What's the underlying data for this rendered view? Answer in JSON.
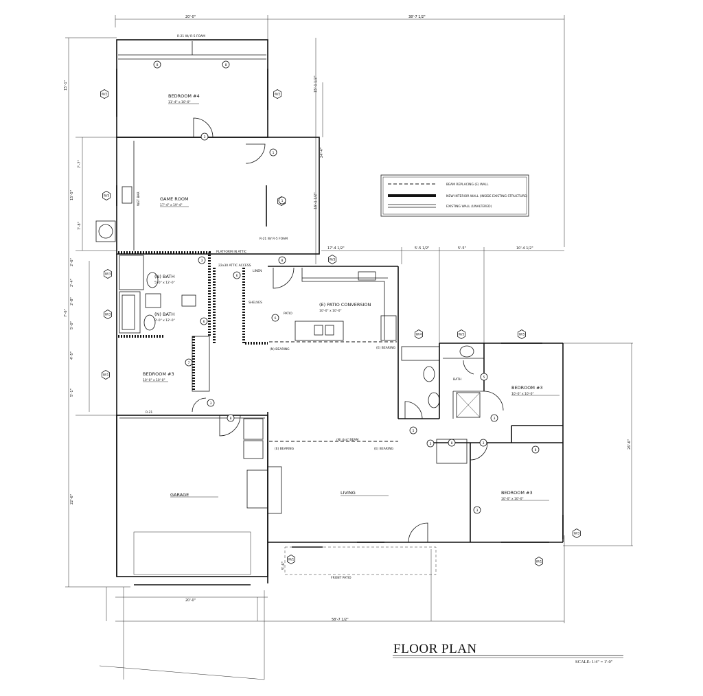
{
  "title": "FLOOR PLAN",
  "scale": "SCALE: 1/4\" = 1'-0\"",
  "legend": {
    "beam": "BEAM REPLACING (E) WALL",
    "new_wall": "NEW INTERIOR WALL (INSIDE EXISTING STRUCTURE)",
    "existing": "EXISTING WALL (UNALTERED)"
  },
  "rooms": {
    "bedroom4": {
      "name": "BEDROOM #4",
      "size": "11'-4\" x 10'-0\""
    },
    "game_room": {
      "name": "GAME ROOM",
      "size": "17'-4\" x 19'-4\""
    },
    "wet_bar": "WET BAR",
    "bath1": {
      "name": "(N) BATH",
      "size": "5'-0\" x 12'-0\""
    },
    "bath2": {
      "name": "(N) BATH",
      "size": "8'-0\" x 12'-0\""
    },
    "bedroom3_left": {
      "name": "BEDROOM #3",
      "size": "10'-0\" x 10'-0\""
    },
    "platform": "PLATFORM IN ATTIC",
    "attic": "22x30 ATTIC ACCESS",
    "linen": "LINEN",
    "shelves": "SHELVES",
    "patio_conv": {
      "name": "(E) PATIO CONVERSION",
      "size": "10'-0\" x 10'-0\""
    },
    "patio": "PATIO",
    "bath_right": "BATH",
    "bedroom3_right": {
      "name": "BEDROOM #3",
      "size": "10'-0\" x 10'-0\""
    },
    "bedroom3_lower": {
      "name": "BEDROOM #3",
      "size": "10'-0\" x 10'-0\""
    },
    "garage": "GARAGE",
    "living": "LIVING",
    "front_patio": "FRONT PATIO"
  },
  "notes": {
    "foam_top": "R-21 W/ R-5 FOAM",
    "foam_mid": "R-21 W/ R-5 FOAM",
    "r21": "R-21",
    "bearing_n": "(N) BEARING",
    "bearing_e1": "(E) BEARING",
    "bearing_e2": "(E) BEARING",
    "bearing_e3": "(E) BEARING",
    "beam_4x4": "(N) 4x4' BEAM"
  },
  "dims": {
    "top_left": "20'-0\"",
    "top_right": "38'-7 1/2\"",
    "bottom_left": "20'-0\"",
    "bottom_total": "58'-7 1/2\"",
    "d1741": "17'-4 1/2\"",
    "d551": "5'-5 1/2\"",
    "d55": "5'-5\"",
    "d1041": "10'-4 1/2\"",
    "v151": "15'-1\"",
    "v1512": "15'-1 1/2\"",
    "v244": "24'-4\"",
    "v1612": "16'-1 1/2\"",
    "v77": "7'-7\"",
    "v155": "15'-5\"",
    "v78": "7'-8\"",
    "v26": "2'-6\"",
    "v24": "2'-4\"",
    "v28": "2'-8\"",
    "v76": "7'-6\"",
    "v50": "5'-0\"",
    "v45": "4'-5\"",
    "v51": "5'-1\"",
    "v226": "22'-6\"",
    "v266": "26'-6\"",
    "v56": "5'-6\""
  },
  "window_tags": [
    "W/2",
    "W/2",
    "W/5",
    "W/3",
    "W/3",
    "W/1",
    "W/2",
    "W/3",
    "W/4",
    "W/5",
    "W/5",
    "W/1",
    "W/3",
    "W/1"
  ],
  "door_tags": [
    "8",
    "8",
    "3",
    "1",
    "1",
    "3",
    "6",
    "6",
    "8",
    "6",
    "3",
    "7",
    "3",
    "8",
    "8",
    "5",
    "5",
    "3",
    "3",
    "8",
    "3",
    "4",
    "10"
  ],
  "colors": {
    "line": "#111111",
    "paper": "#ffffff"
  }
}
